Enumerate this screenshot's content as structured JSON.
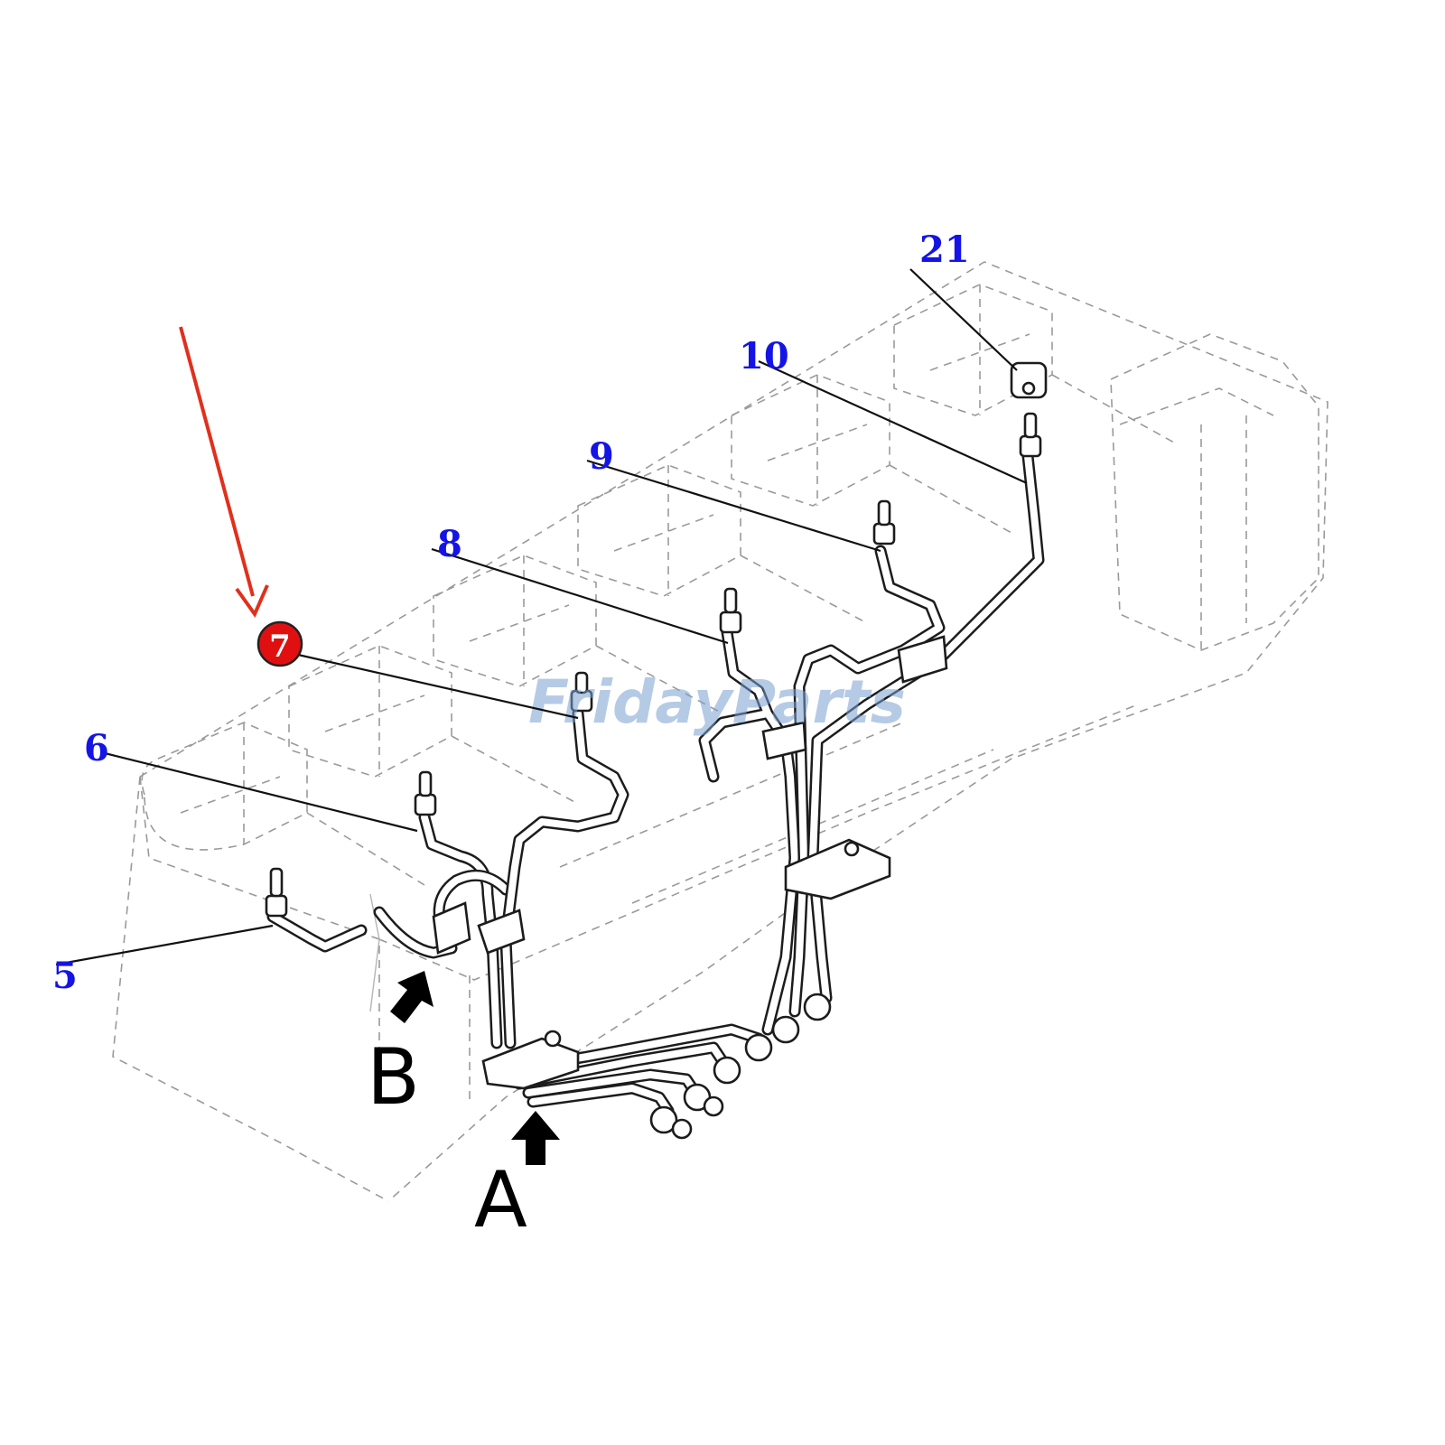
{
  "diagram": {
    "callouts": [
      {
        "id": "5",
        "label": "5",
        "highlighted": false
      },
      {
        "id": "6",
        "label": "6",
        "highlighted": false
      },
      {
        "id": "7",
        "label": "7",
        "highlighted": true
      },
      {
        "id": "8",
        "label": "8",
        "highlighted": false
      },
      {
        "id": "9",
        "label": "9",
        "highlighted": false
      },
      {
        "id": "10",
        "label": "10",
        "highlighted": false
      },
      {
        "id": "21",
        "label": "21",
        "highlighted": false
      }
    ],
    "view_labels": {
      "a": "A",
      "b": "B"
    },
    "watermark": "FridayParts",
    "colors": {
      "callout_text": "#1414e6",
      "highlight_fill": "#e01010",
      "pointer_arrow": "#e0301c",
      "watermark": "#7aa0d0"
    }
  }
}
